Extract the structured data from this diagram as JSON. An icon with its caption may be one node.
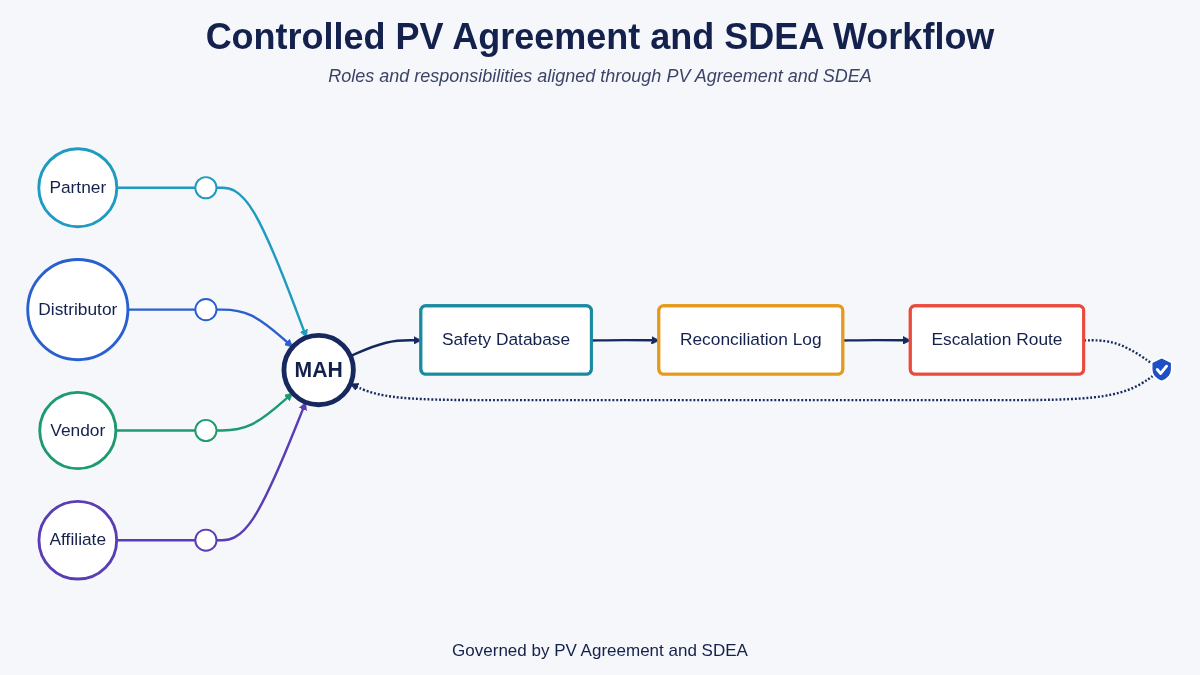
{
  "diagram": {
    "title": "Controlled PV Agreement and SDEA Workflow",
    "caption": "Governed by PV Agreement and SDEA",
    "nodes": [
      {
        "text": [
          "Partner"
        ]
      },
      {
        "text": [
          "Distributor"
        ]
      },
      {
        "text": [
          "Vendor"
        ]
      },
      {
        "text": [
          "Affiliate"
        ]
      },
      {
        "text": [],
        "shape": "circle"
      },
      {
        "text": [],
        "shape": "circle"
      },
      {
        "text": [],
        "shape": "circle"
      },
      {
        "text": [],
        "shape": "circle"
      },
      {
        "text": [
          "MAH"
        ]
      },
      {
        "text": [
          "Safety Database"
        ]
      },
      {
        "text": [
          "Reconciliation Log"
        ]
      },
      {
        "text": [
          "Escalation Route"
        ]
      },
      {
        "text": [],
        "shape": "picture"
      }
    ],
    "edges": [
      {
        "from": 0,
        "to": 4,
        "arrow": "none",
        "color": "#1f9ac0"
      },
      {
        "from": 4,
        "to": 8,
        "arrow": "to",
        "color": "#1f9ac0"
      },
      {
        "from": 1,
        "to": 5,
        "arrow": "none",
        "color": "#2a5fd0"
      },
      {
        "from": 5,
        "to": 8,
        "arrow": "to",
        "color": "#2a5fd0"
      },
      {
        "from": 2,
        "to": 6,
        "arrow": "none",
        "color": "#1d9a70"
      },
      {
        "from": 6,
        "to": 8,
        "arrow": "to",
        "color": "#1d9a70"
      },
      {
        "from": 3,
        "to": 7,
        "arrow": "none",
        "color": "#5a3cb4"
      },
      {
        "from": 7,
        "to": 8,
        "arrow": "to",
        "color": "#5a3cb4"
      },
      {
        "from": 8,
        "to": 9,
        "arrow": "to"
      },
      {
        "from": 9,
        "to": 10,
        "arrow": "to"
      },
      {
        "from": 10,
        "to": 11,
        "arrow": "to"
      },
      {
        "from": 11,
        "to": 12,
        "arrow": "none",
        "style": "dashed"
      },
      {
        "from": 12,
        "to": 8,
        "arrow": "to",
        "style": "dashed"
      }
    ],
    "labels": [
      "Roles and responsibilities aligned through PV Agreement and SDEA"
    ]
  }
}
